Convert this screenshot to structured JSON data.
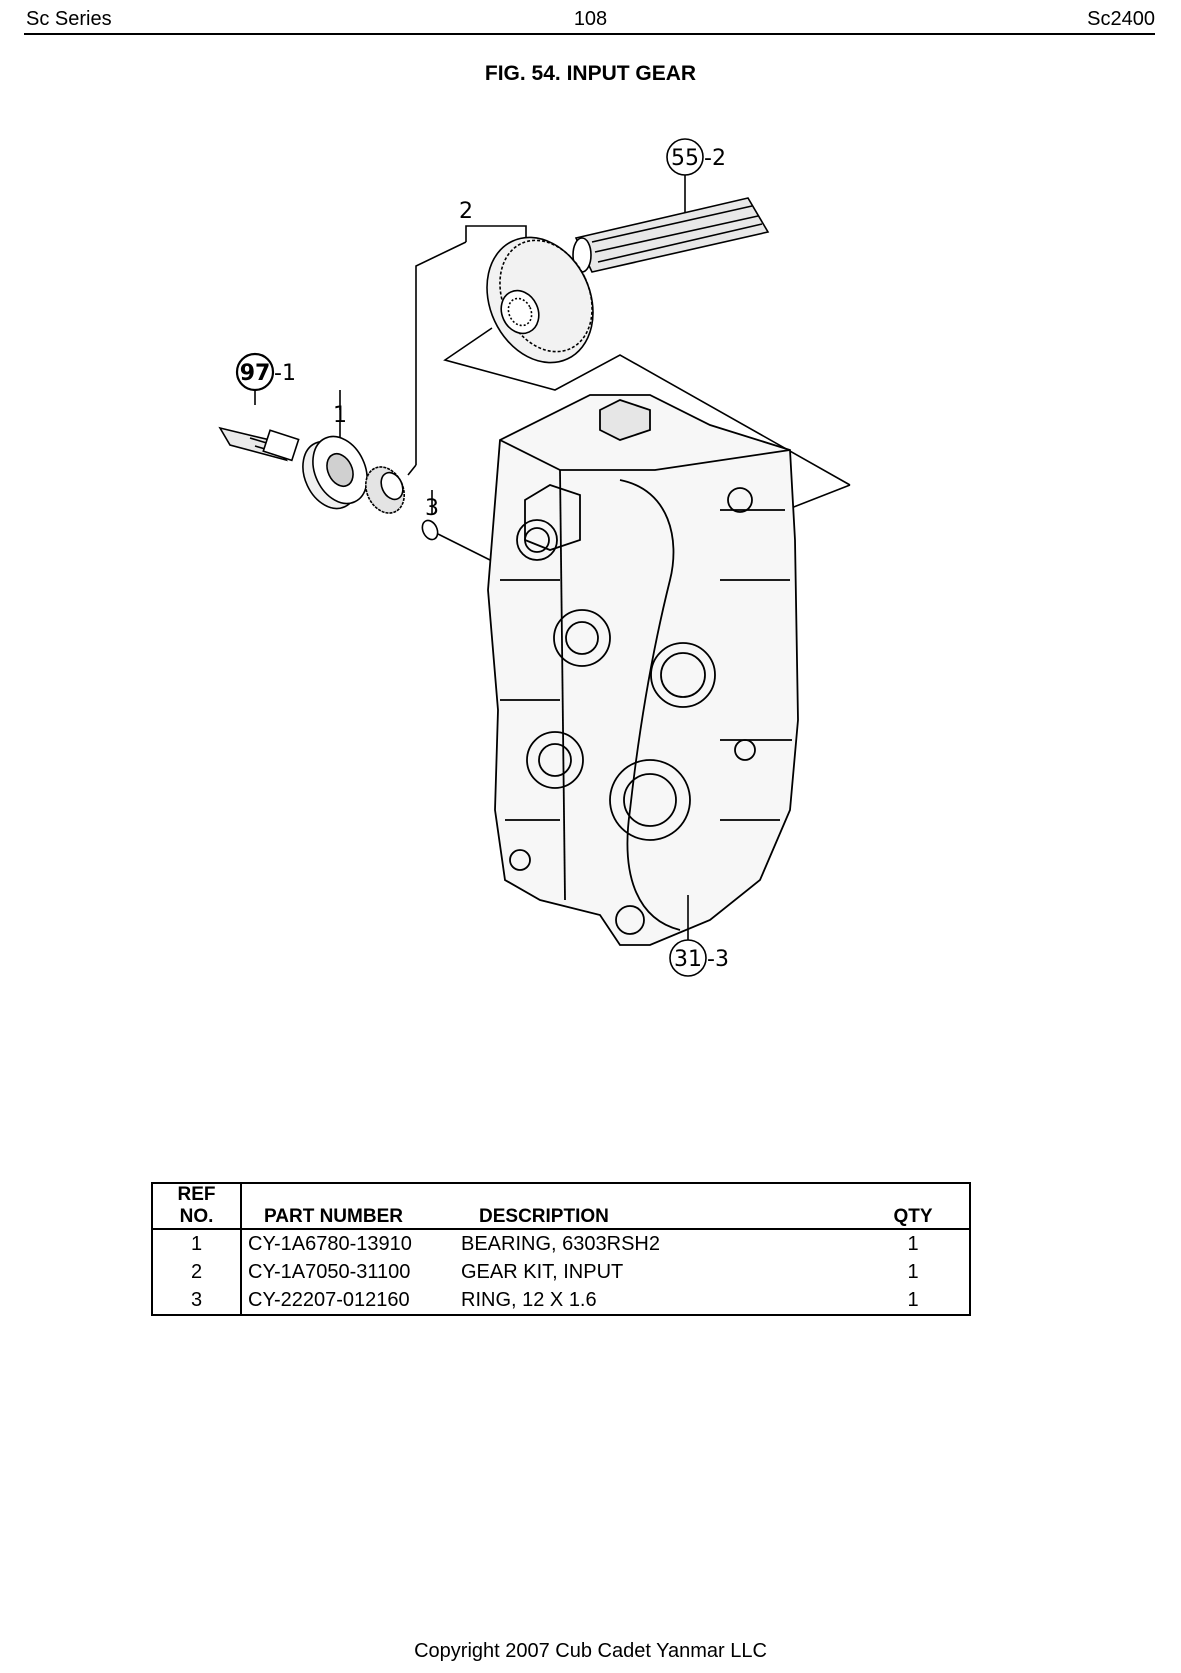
{
  "header": {
    "left": "Sc Series",
    "page_number": "108",
    "right": "Sc2400"
  },
  "figure": {
    "title": "FIG. 54. INPUT GEAR",
    "callouts": {
      "c55": "55",
      "c55_suffix": "-2",
      "ref2": "2",
      "c97": "97",
      "c97_suffix": "-1",
      "ref1": "1",
      "ref3": "3",
      "c31": "31",
      "c31_suffix": "-3"
    }
  },
  "table": {
    "headers": {
      "ref_line1": "REF",
      "ref_line2": "NO.",
      "part_number": "PART NUMBER",
      "description": "DESCRIPTION",
      "qty": "QTY"
    },
    "rows": [
      {
        "ref": "1",
        "part_number": "CY-1A6780-13910",
        "description": "BEARING, 6303RSH2",
        "qty": "1"
      },
      {
        "ref": "2",
        "part_number": "CY-1A7050-31100",
        "description": "GEAR KIT, INPUT",
        "qty": "1"
      },
      {
        "ref": "3",
        "part_number": "CY-22207-012160",
        "description": "RING, 12 X 1.6",
        "qty": "1"
      }
    ]
  },
  "footer": {
    "copyright": "Copyright 2007 Cub Cadet Yanmar LLC"
  }
}
